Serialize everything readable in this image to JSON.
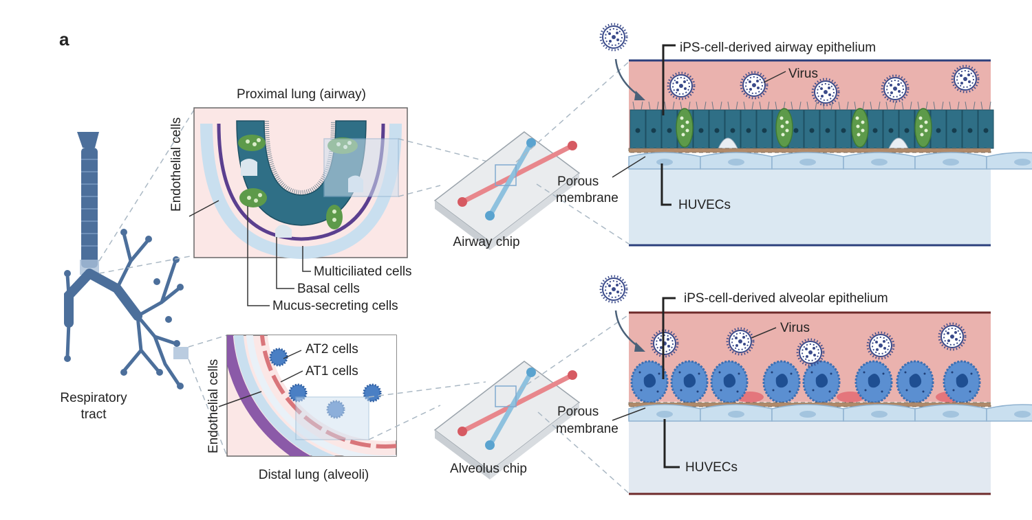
{
  "panel_label": "a",
  "left": {
    "respiratory_tract_line1": "Respiratory",
    "respiratory_tract_line2": "tract"
  },
  "proximal": {
    "title": "Proximal lung (airway)",
    "endothelial": "Endothelial cells",
    "multiciliated": "Multiciliated cells",
    "basal": "Basal cells",
    "mucus": "Mucus-secreting cells"
  },
  "distal": {
    "title": "Distal lung (alveoli)",
    "endothelial": "Endothelial cells",
    "at2": "AT2 cells",
    "at1": "AT1 cells"
  },
  "chips": {
    "airway": "Airway chip",
    "alveolus": "Alveolus chip"
  },
  "airway_detail": {
    "epithelium": "iPS-cell-derived airway epithelium",
    "virus": "Virus",
    "membrane_line1": "Porous",
    "membrane_line2": "membrane",
    "huvecs": "HUVECs"
  },
  "alveolar_detail": {
    "epithelium": "iPS-cell-derived alveolar epithelium",
    "virus": "Virus",
    "membrane_line1": "Porous",
    "membrane_line2": "membrane",
    "huvecs": "HUVECs"
  },
  "colors": {
    "airway_blue": "#2f6f86",
    "alveolar_blue": "#4a7fc4",
    "mucus_green": "#5d9a4a",
    "medium_pink": "#eab2ae",
    "vessel_blue": "#dbe8f2",
    "endothelium": "#c9dfef",
    "tract_blue": "#4c6f9b",
    "virus": "#3a4a8a"
  },
  "icons": [
    "virus-icon",
    "microfluidic-chip-icon",
    "respiratory-tract-icon"
  ]
}
